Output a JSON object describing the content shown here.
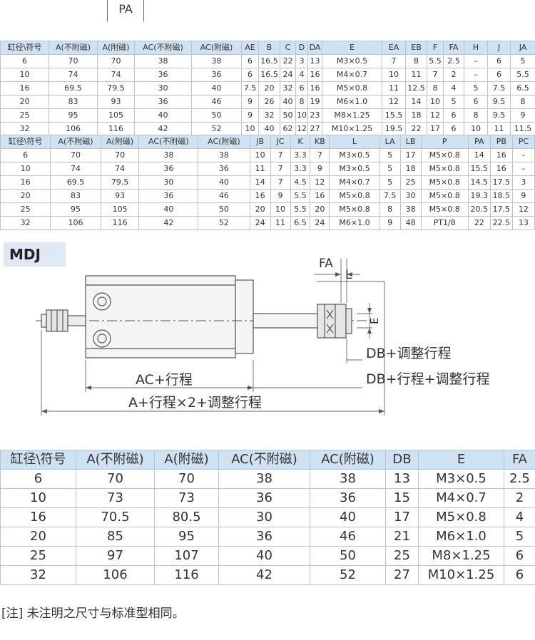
{
  "top_label": "PA",
  "table1": {
    "header": [
      "缸径\\符号",
      "A(不附磁)",
      "A(附磁)",
      "AC(不附磁)",
      "AC(附磁)",
      "AE",
      "B",
      "C",
      "D",
      "DA",
      "E",
      "EA",
      "EB",
      "F",
      "FA",
      "H",
      "J",
      "JA"
    ],
    "rows": [
      [
        "6",
        "70",
        "70",
        "38",
        "38",
        "6",
        "16.5",
        "22",
        "3",
        "13",
        "M3×0.5",
        "7",
        "8",
        "5.5",
        "2.5",
        "–",
        "6",
        "5"
      ],
      [
        "10",
        "74",
        "74",
        "36",
        "36",
        "6",
        "16.5",
        "24",
        "4",
        "16",
        "M4×0.7",
        "10",
        "11",
        "7",
        "2",
        "–",
        "6",
        "5.5"
      ],
      [
        "16",
        "69.5",
        "79.5",
        "30",
        "40",
        "7.5",
        "20",
        "32",
        "6",
        "16",
        "M5×0.8",
        "11",
        "12.5",
        "8",
        "4",
        "5",
        "7.5",
        "6.5"
      ],
      [
        "20",
        "83",
        "93",
        "36",
        "46",
        "9",
        "26",
        "40",
        "8",
        "19",
        "M6×1.0",
        "12",
        "14",
        "10",
        "5",
        "6",
        "9.5",
        "8"
      ],
      [
        "25",
        "95",
        "105",
        "40",
        "50",
        "9",
        "32",
        "50",
        "10",
        "23",
        "M8×1.25",
        "15.5",
        "18",
        "12",
        "6",
        "8",
        "9.5",
        "9"
      ],
      [
        "32",
        "106",
        "116",
        "42",
        "52",
        "10",
        "40",
        "62",
        "12",
        "27",
        "M10×1.25",
        "19.5",
        "22",
        "17",
        "6",
        "10",
        "11",
        "11.5"
      ]
    ]
  },
  "table2": {
    "header": [
      "缸径\\符号",
      "A(不附磁)",
      "A(附磁)",
      "AC(不附磁)",
      "AC(附磁)",
      "JB",
      "JC",
      "K",
      "KB",
      "L",
      "LA",
      "LB",
      "P",
      "PA",
      "PB",
      "PC"
    ],
    "rows": [
      [
        "6",
        "70",
        "70",
        "38",
        "38",
        "10",
        "7",
        "3.3",
        "7",
        "M3×0.5",
        "5",
        "17",
        "M5×0.8",
        "14",
        "16",
        "–"
      ],
      [
        "10",
        "74",
        "74",
        "36",
        "36",
        "11",
        "7",
        "3.3",
        "9",
        "M3×0.5",
        "5",
        "18",
        "M5×0.8",
        "15.5",
        "16",
        "–"
      ],
      [
        "16",
        "69.5",
        "79.5",
        "30",
        "40",
        "14",
        "7",
        "4.5",
        "12",
        "M4×0.7",
        "5",
        "25",
        "M5×0.8",
        "14.5",
        "17.5",
        "3"
      ],
      [
        "20",
        "83",
        "93",
        "36",
        "46",
        "16",
        "9",
        "5.5",
        "16",
        "M5×0.8",
        "7.5",
        "30",
        "M5×0.8",
        "19.3",
        "18.5",
        "9"
      ],
      [
        "25",
        "95",
        "105",
        "40",
        "50",
        "20",
        "10",
        "5.5",
        "20",
        "M5×0.8",
        "8",
        "38",
        "M5×0.8",
        "20.5",
        "17.5",
        "12"
      ],
      [
        "32",
        "106",
        "116",
        "42",
        "52",
        "24",
        "11",
        "6.5",
        "24",
        "M6×1.0",
        "9",
        "48",
        "PT1/8",
        "22",
        "22.5",
        "13"
      ]
    ]
  },
  "section_title": "MDJ",
  "diagram": {
    "fa": "FA",
    "l": "L",
    "e": "E",
    "db_adjust": "DB+调整行程",
    "db_stroke_adjust": "DB+行程+调整行程",
    "ac_stroke": "AC+行程",
    "a_total": "A+行程×2+调整行程"
  },
  "table3": {
    "header": [
      "缸径\\符号",
      "A(不附磁)",
      "A(附磁)",
      "AC(不附磁)",
      "AC(附磁)",
      "DB",
      "E",
      "FA"
    ],
    "rows": [
      [
        "6",
        "70",
        "70",
        "38",
        "38",
        "13",
        "M3×0.5",
        "2.5"
      ],
      [
        "10",
        "73",
        "73",
        "36",
        "36",
        "15",
        "M4×0.7",
        "2"
      ],
      [
        "16",
        "70.5",
        "80.5",
        "30",
        "40",
        "17",
        "M5×0.8",
        "4"
      ],
      [
        "20",
        "85",
        "95",
        "36",
        "46",
        "21",
        "M6×1.0",
        "5"
      ],
      [
        "25",
        "97",
        "107",
        "40",
        "50",
        "25",
        "M8×1.25",
        "6"
      ],
      [
        "32",
        "106",
        "116",
        "42",
        "52",
        "27",
        "M10×1.25",
        "6"
      ]
    ]
  },
  "note": "[注] 未注明之尺寸与标准型相同。",
  "colors": {
    "header_bg": "#cfe2f2",
    "border": "#b9c3ce",
    "title_bg": "#dfe8f4"
  }
}
